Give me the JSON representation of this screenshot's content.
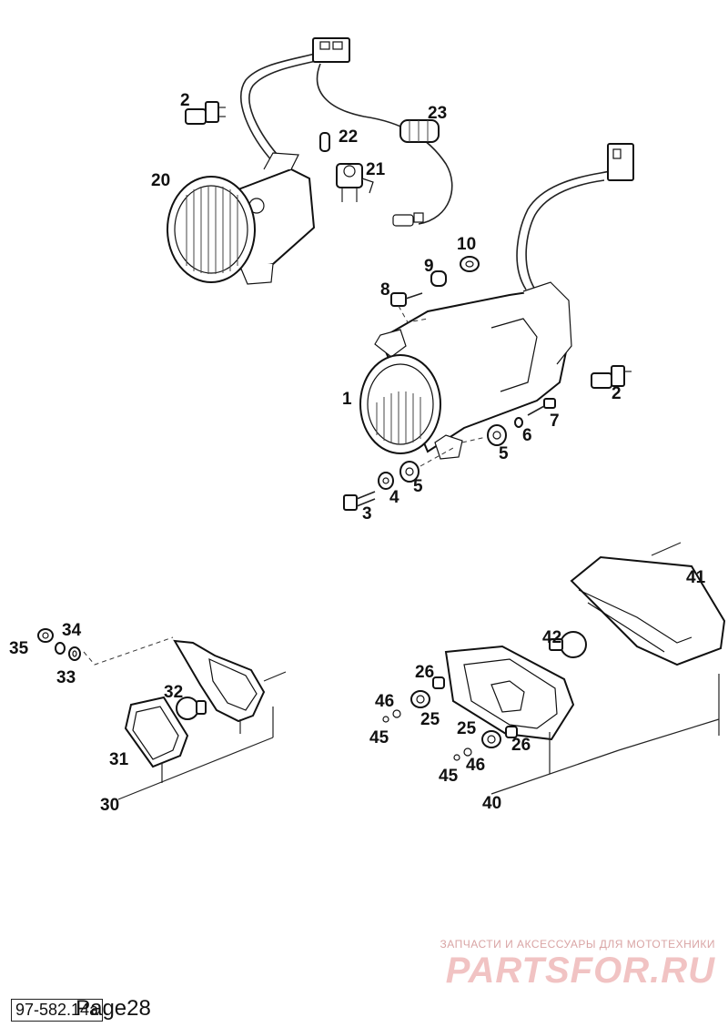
{
  "callouts": [
    "2",
    "20",
    "22",
    "23",
    "21",
    "10",
    "9",
    "8",
    "1",
    "2",
    "7",
    "6",
    "5",
    "5",
    "4",
    "3",
    "41",
    "35",
    "34",
    "33",
    "42",
    "32",
    "26",
    "46",
    "25",
    "45",
    "25",
    "26",
    "46",
    "45",
    "31",
    "30",
    "40"
  ],
  "footer": {
    "ref_code": "97-582.14a",
    "page_label": "Page28"
  },
  "watermark": {
    "tagline": "ЗАПЧАСТИ И АКСЕССУАРЫ ДЛЯ МОТОТЕХНИКИ",
    "logo": "PARTSFOR.RU"
  }
}
